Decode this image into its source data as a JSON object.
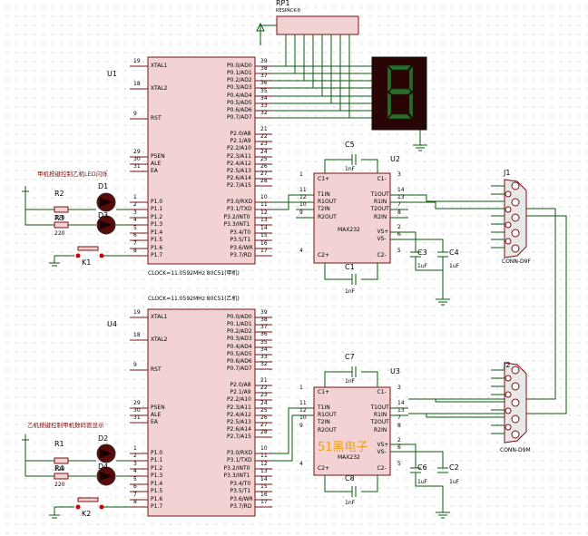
{
  "mcu_top": {
    "ref": "U1",
    "left_pins": [
      {
        "num": "19",
        "name": "XTAL1"
      },
      {
        "num": "18",
        "name": "XTAL2"
      },
      {
        "num": "9",
        "name": "RST"
      },
      {
        "num": "29",
        "name": "PSEN"
      },
      {
        "num": "30",
        "name": "ALE"
      },
      {
        "num": "31",
        "name": "EA"
      },
      {
        "num": "1",
        "name": "P1.0"
      },
      {
        "num": "2",
        "name": "P1.1"
      },
      {
        "num": "3",
        "name": "P1.2"
      },
      {
        "num": "4",
        "name": "P1.3"
      },
      {
        "num": "5",
        "name": "P1.4"
      },
      {
        "num": "6",
        "name": "P1.5"
      },
      {
        "num": "7",
        "name": "P1.6"
      },
      {
        "num": "8",
        "name": "P1.7"
      }
    ],
    "right_pins": [
      {
        "num": "39",
        "name": "P0.0/AD0"
      },
      {
        "num": "38",
        "name": "P0.1/AD1"
      },
      {
        "num": "37",
        "name": "P0.2/AD2"
      },
      {
        "num": "36",
        "name": "P0.3/AD3"
      },
      {
        "num": "35",
        "name": "P0.4/AD4"
      },
      {
        "num": "34",
        "name": "P0.5/AD5"
      },
      {
        "num": "33",
        "name": "P0.6/AD6"
      },
      {
        "num": "32",
        "name": "P0.7/AD7"
      },
      {
        "num": "21",
        "name": "P2.0/A8"
      },
      {
        "num": "22",
        "name": "P2.1/A9"
      },
      {
        "num": "23",
        "name": "P2.2/A10"
      },
      {
        "num": "24",
        "name": "P2.3/A11"
      },
      {
        "num": "25",
        "name": "P2.4/A12"
      },
      {
        "num": "26",
        "name": "P2.5/A13"
      },
      {
        "num": "27",
        "name": "P2.6/A14"
      },
      {
        "num": "28",
        "name": "P2.7/A15"
      },
      {
        "num": "10",
        "name": "P3.0/RXD"
      },
      {
        "num": "11",
        "name": "P3.1/TXD"
      },
      {
        "num": "12",
        "name": "P3.2/INT0"
      },
      {
        "num": "13",
        "name": "P3.3/INT1"
      },
      {
        "num": "14",
        "name": "P3.4/T0"
      },
      {
        "num": "15",
        "name": "P3.5/T1"
      },
      {
        "num": "16",
        "name": "P3.6/WR"
      },
      {
        "num": "17",
        "name": "P3.7/RD"
      }
    ],
    "caption": "CLOCK=11.0592MHz   80C51(甲机)",
    "note": "甲机按键控制乙机LED闪烁"
  },
  "mcu_bottom": {
    "ref": "U4",
    "caption": "CLOCK=11.0592MHz   80C51(乙机)",
    "note": "乙机按键控制甲机数码管显示"
  },
  "max_top": {
    "ref": "U2",
    "model": "MAX232",
    "left_pins": [
      {
        "num": "1",
        "name": "C1+"
      },
      {
        "num": "11",
        "name": "T1IN"
      },
      {
        "num": "12",
        "name": "R1OUT"
      },
      {
        "num": "10",
        "name": "T2IN"
      },
      {
        "num": "9",
        "name": "R2OUT"
      },
      {
        "num": "4",
        "name": "C2+"
      }
    ],
    "right_pins": [
      {
        "num": "3",
        "name": "C1-"
      },
      {
        "num": "14",
        "name": "T1OUT"
      },
      {
        "num": "13",
        "name": "R1IN"
      },
      {
        "num": "7",
        "name": "T2OUT"
      },
      {
        "num": "8",
        "name": "R2IN"
      },
      {
        "num": "2",
        "name": "VS+"
      },
      {
        "num": "6",
        "name": "VS-"
      },
      {
        "num": "5",
        "name": "C2-"
      }
    ]
  },
  "max_bottom": {
    "ref": "U3",
    "model": "MAX232"
  },
  "resistor_pack": {
    "ref": "RP1",
    "model": "RESPACK-8"
  },
  "components": {
    "r2": "R2",
    "r3": "R3",
    "r1": "R1",
    "r4": "R4",
    "r_val": "220",
    "d1": "D1",
    "d3": "D3",
    "d2": "D2",
    "d4": "D4",
    "k1": "K1",
    "k2": "K2",
    "c5": "C5",
    "c1": "C1",
    "c3": "C3",
    "c4": "C4",
    "c7": "C7",
    "c8": "C8",
    "c6": "C6",
    "c2": "C2",
    "cap_val": "1nF",
    "cap_val_uf": "1uF",
    "j1": "J1",
    "j2": "J2",
    "conn": "CONN-D9F",
    "conn2": "CONN-D9M"
  },
  "watermark": "51黑电子",
  "colors": {
    "wire": "#0a5a0a",
    "body": "#f2d2d2",
    "outline": "#7a1010",
    "seg_on": "#2d6b2d",
    "seg_bg": "#2a0505",
    "grid": "#9a9a9a"
  }
}
